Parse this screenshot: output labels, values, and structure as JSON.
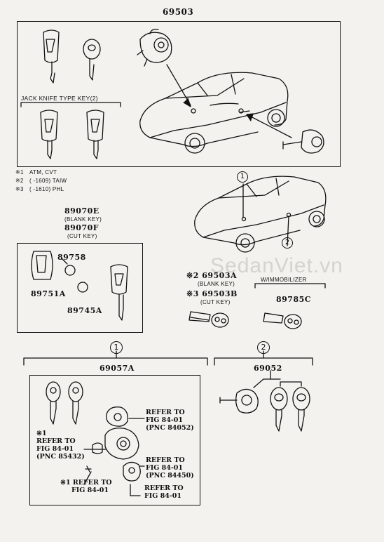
{
  "top_assembly": {
    "part": "69503",
    "jack_knife_label": "JACK KNIFE TYPE KEY(2)"
  },
  "notes": [
    {
      "mark": "※1",
      "text": "ATM, CVT"
    },
    {
      "mark": "※2",
      "text": "(      -1609) TAIW"
    },
    {
      "mark": "※3",
      "text": "(      -1610) PHL"
    }
  ],
  "blank_keys": {
    "blank_part": "89070E",
    "blank_desc": "(BLANK KEY)",
    "cut_part": "89070F",
    "cut_desc": "(CUT KEY)"
  },
  "remote_parts": {
    "p1": "89758",
    "p2": "89751A",
    "p3": "89745A"
  },
  "keys_right": {
    "blank_part": "※2 69503A",
    "blank_desc": "(BLANK KEY)",
    "cut_part": "※3 69503B",
    "cut_desc": "(CUT KEY)",
    "immobilizer_label": "W/IMMOBILIZER",
    "immobilizer_part": "89785C"
  },
  "group1": {
    "circle": "1",
    "part": "69057A",
    "refs": [
      {
        "line1": "REFER TO",
        "line2": "FIG 84-01",
        "line3": "(PNC 84052)"
      },
      {
        "line0": "※1",
        "line1": "REFER TO",
        "line2": "FIG 84-01",
        "line3": "(PNC 85432)"
      },
      {
        "line1": "REFER TO",
        "line2": "FIG 84-01",
        "line3": "(PNC 84450)"
      },
      {
        "line1": "※1 REFER TO",
        "line2": "FIG 84-01"
      },
      {
        "line1": "REFER TO",
        "line2": "FIG 84-01"
      }
    ]
  },
  "group2": {
    "circle": "2",
    "part": "69052"
  },
  "car_callouts": [
    "1",
    "2"
  ],
  "watermark": "SedanViet.vn"
}
